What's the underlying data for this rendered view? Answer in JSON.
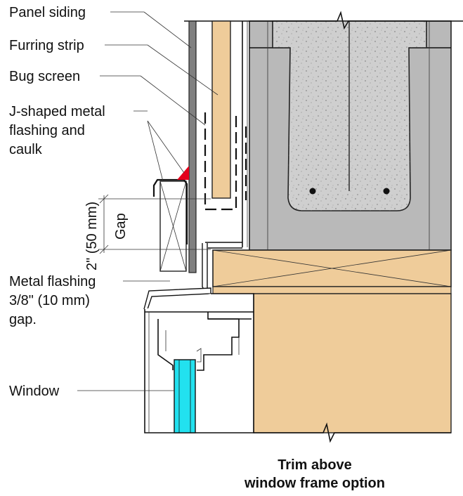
{
  "labels": {
    "panel_siding": "Panel siding",
    "furring_strip": "Furring strip",
    "bug_screen": "Bug screen",
    "j_flashing_line1": "J-shaped metal",
    "j_flashing_line2": "flashing and",
    "j_flashing_line3": "caulk",
    "metal_flashing_line1": "Metal flashing",
    "metal_flashing_line2": "3/8\" (10 mm)",
    "metal_flashing_line3": "gap.",
    "window": "Window"
  },
  "dimension": {
    "value": "2\" (50 mm)",
    "label": "Gap"
  },
  "caption": {
    "line1": "Trim above",
    "line2": "window frame option"
  },
  "colors": {
    "wood": "#efcc9a",
    "concrete": "#c8c8c8",
    "masonry": "#b9b9b9",
    "siding": "#808080",
    "caulk": "#e4001b",
    "glass": "#22e1ef"
  }
}
